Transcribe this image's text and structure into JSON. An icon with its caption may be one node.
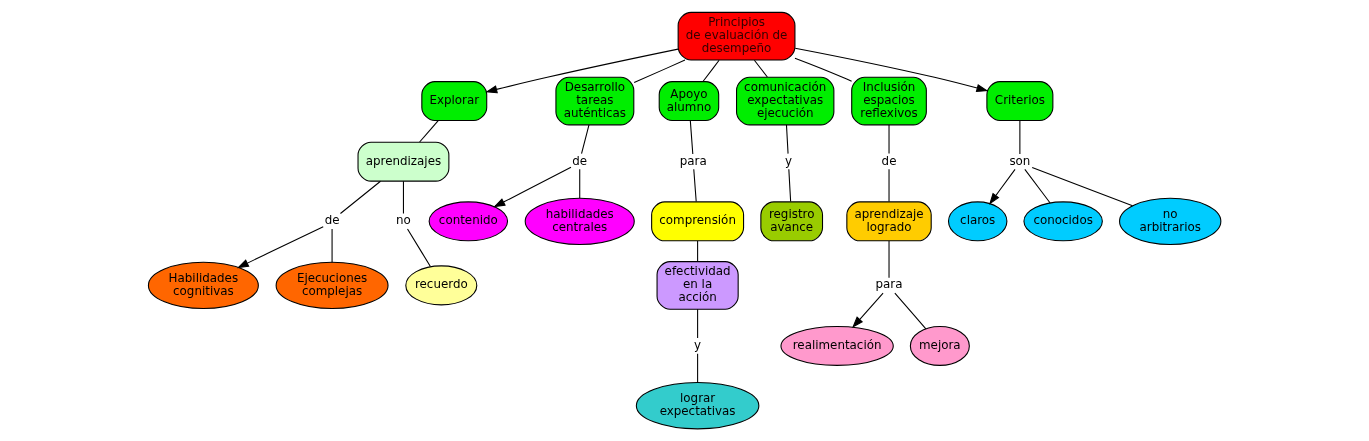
{
  "diagram": {
    "nodes": [
      {
        "text": [
          "Principios de evaluación de desempeño"
        ]
      },
      {
        "text": [
          "Explorar"
        ]
      },
      {
        "text": [
          "Desarrollo tareas auténticas"
        ]
      },
      {
        "text": [
          "Apoyo alumno"
        ]
      },
      {
        "text": [
          "comunicación expectativas ejecución"
        ]
      },
      {
        "text": [
          "Inclusión espacios reflexivos"
        ]
      },
      {
        "text": [
          "Criterios"
        ]
      },
      {
        "text": [
          "aprendizajes"
        ]
      },
      {
        "text": [
          "de"
        ]
      },
      {
        "text": [
          "para"
        ]
      },
      {
        "text": [
          "de"
        ]
      },
      {
        "text": [
          "son"
        ]
      },
      {
        "text": [
          "contenido"
        ]
      },
      {
        "text": [
          "comprensión"
        ]
      },
      {
        "text": [
          "y"
        ]
      },
      {
        "text": [
          "claros"
        ]
      },
      {
        "text": [
          "no"
        ]
      },
      {
        "text": [
          "de"
        ]
      },
      {
        "text": [
          "habilidades centrales"
        ]
      },
      {
        "text": [
          "aprendizaje logrado"
        ]
      },
      {
        "text": [
          "conocidos"
        ]
      },
      {
        "text": [
          "no arbitrarios"
        ]
      },
      {
        "text": [
          "registro avance"
        ]
      },
      {
        "text": [
          "Habilidades cognitivas"
        ]
      },
      {
        "text": [
          "recuerdo"
        ]
      },
      {
        "text": [
          "para"
        ]
      },
      {
        "text": [
          "efectividad en la acción"
        ]
      },
      {
        "text": [
          "realimentación"
        ]
      },
      {
        "text": [
          "mejora"
        ]
      },
      {
        "text": [
          "Ejecuciones complejas"
        ]
      },
      {
        "text": [
          "y"
        ]
      },
      {
        "text": [
          "lograr expectativas"
        ]
      }
    ],
    "edges": [
      {
        "from": 0,
        "to": 1,
        "arrow": "to"
      },
      {
        "from": 0,
        "to": 2,
        "arrow": "none"
      },
      {
        "from": 0,
        "to": 3,
        "arrow": "none"
      },
      {
        "from": 0,
        "to": 4,
        "arrow": "none"
      },
      {
        "from": 0,
        "to": 5,
        "arrow": "none"
      },
      {
        "from": 0,
        "to": 6,
        "arrow": "to"
      },
      {
        "from": 1,
        "to": 7,
        "arrow": "none"
      },
      {
        "from": 7,
        "to": 17,
        "arrow": "none"
      },
      {
        "from": 17,
        "to": 23,
        "arrow": "to"
      },
      {
        "from": 17,
        "to": 29,
        "arrow": "none"
      },
      {
        "from": 7,
        "to": 16,
        "arrow": "none"
      },
      {
        "from": 16,
        "to": 24,
        "arrow": "none"
      },
      {
        "from": 2,
        "to": 8,
        "arrow": "none"
      },
      {
        "from": 8,
        "to": 12,
        "arrow": "to"
      },
      {
        "from": 8,
        "to": 18,
        "arrow": "none"
      },
      {
        "from": 3,
        "to": 9,
        "arrow": "none"
      },
      {
        "from": 9,
        "to": 13,
        "arrow": "none"
      },
      {
        "from": 13,
        "to": 26,
        "arrow": "none"
      },
      {
        "from": 26,
        "to": 30,
        "arrow": "none"
      },
      {
        "from": 30,
        "to": 31,
        "arrow": "none"
      },
      {
        "from": 4,
        "to": 14,
        "arrow": "none"
      },
      {
        "from": 14,
        "to": 22,
        "arrow": "none"
      },
      {
        "from": 5,
        "to": 10,
        "arrow": "none"
      },
      {
        "from": 10,
        "to": 19,
        "arrow": "none"
      },
      {
        "from": 19,
        "to": 25,
        "arrow": "none"
      },
      {
        "from": 25,
        "to": 27,
        "arrow": "to"
      },
      {
        "from": 25,
        "to": 28,
        "arrow": "none"
      },
      {
        "from": 6,
        "to": 11,
        "arrow": "none"
      },
      {
        "from": 11,
        "to": 15,
        "arrow": "to"
      },
      {
        "from": 11,
        "to": 20,
        "arrow": "none"
      },
      {
        "from": 11,
        "to": 21,
        "arrow": "none"
      }
    ]
  }
}
